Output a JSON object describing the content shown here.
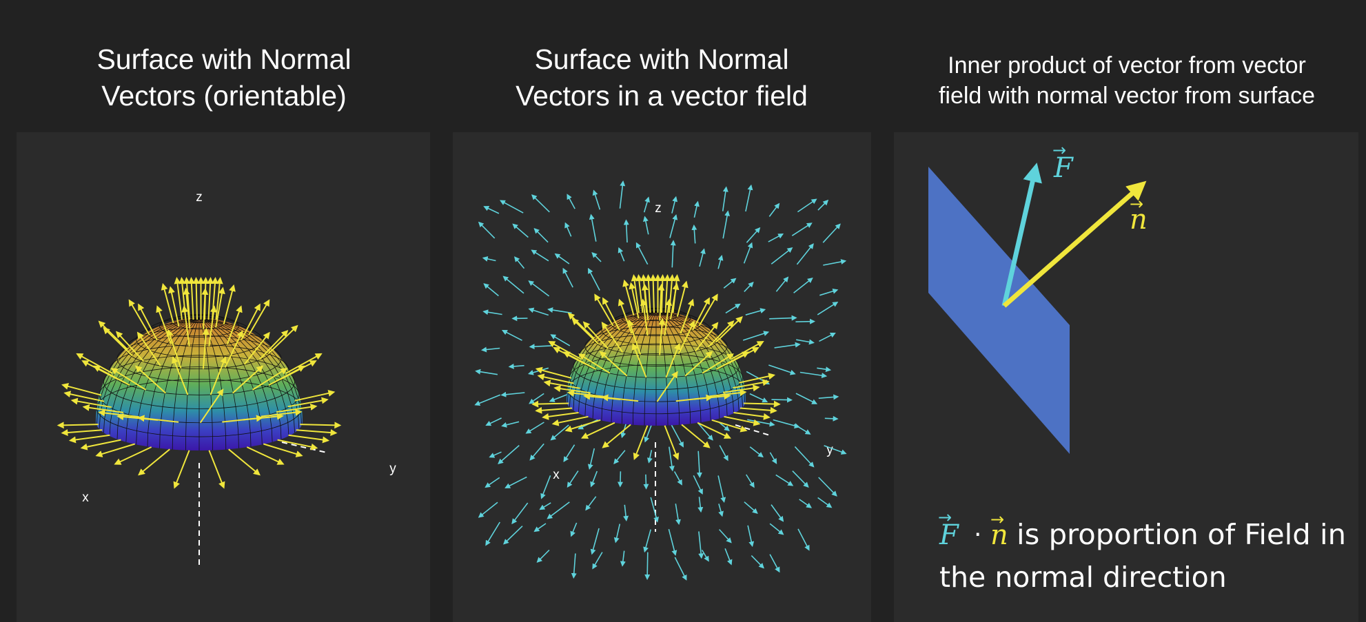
{
  "titles": [
    {
      "line1": "Surface with Normal",
      "line2": "Vectors (orientable)"
    },
    {
      "line1": "Surface with Normal",
      "line2": "Vectors in a vector field"
    },
    {
      "line1": "Inner product of vector from vector",
      "line2": "field with normal vector from surface"
    }
  ],
  "axes": {
    "x": "x",
    "y": "y",
    "z": "z"
  },
  "vectors": {
    "field": "F",
    "normal": "n",
    "dot": "·"
  },
  "caption": {
    "line1_rest": "is proportion of Field in",
    "line2": "the normal direction"
  },
  "colors": {
    "background": "#222222",
    "board": "#2b2b2b",
    "normal_vector": "#f0e63c",
    "field_vector": "#5fd3dc",
    "plane": "#4d72c4",
    "text": "#ffffff"
  }
}
